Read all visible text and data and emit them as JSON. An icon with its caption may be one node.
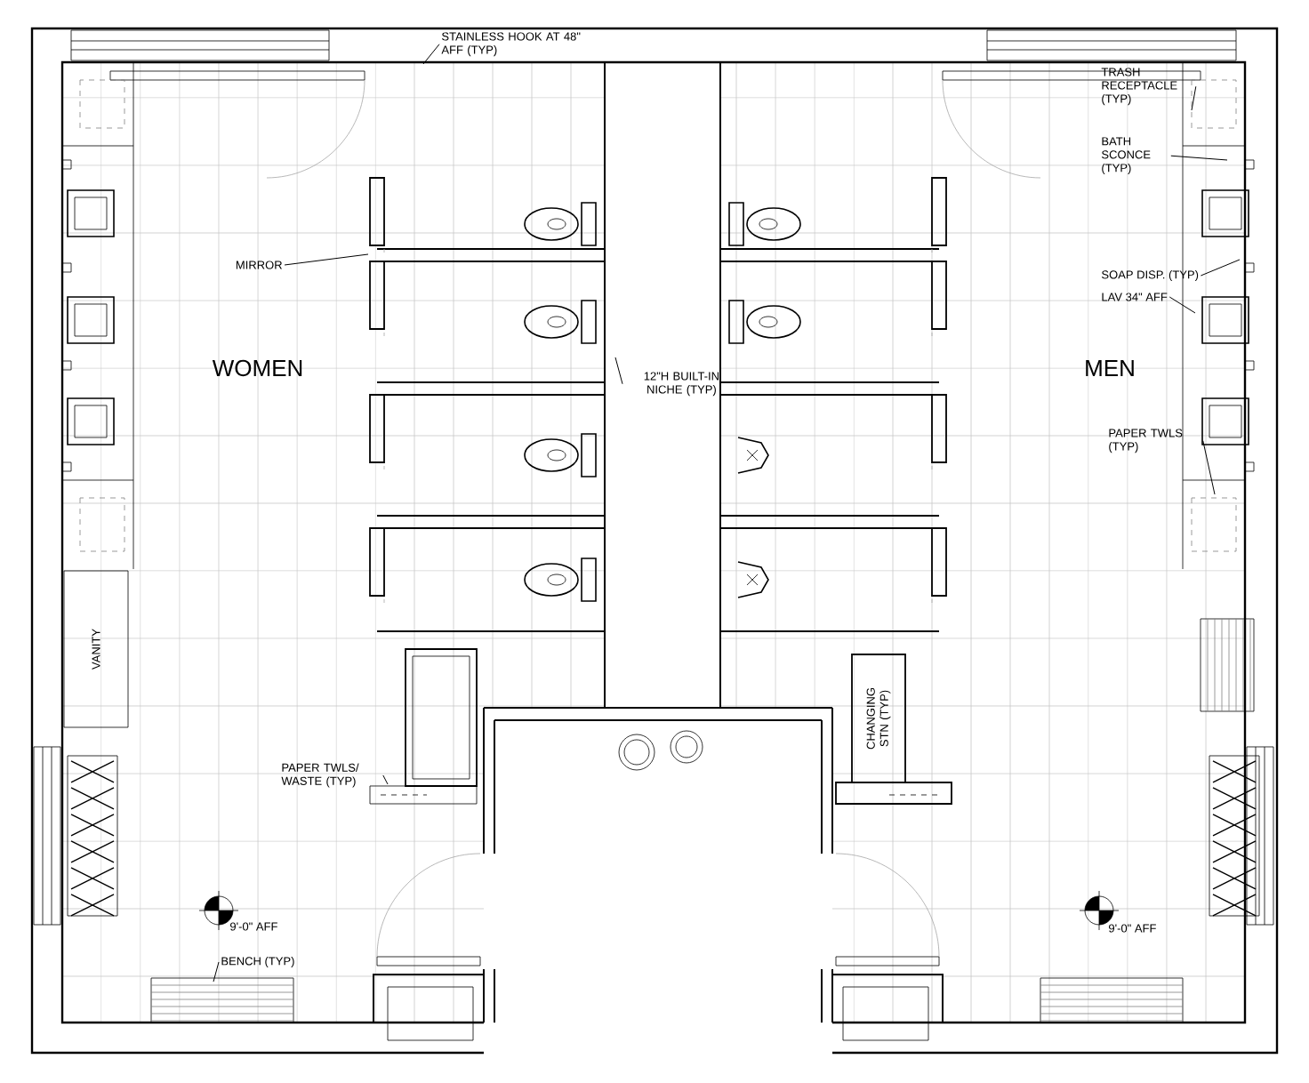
{
  "diagram": {
    "nodes": [
      {
        "text": [
          "STAINLESS HOOK AT 48\" AFF (TYP)"
        ]
      },
      {
        "text": [
          "TRASH RECEPTACLE (TYP)"
        ]
      },
      {
        "text": [
          "BATH SCONCE (TYP)"
        ]
      },
      {
        "text": [
          "MIRROR"
        ]
      },
      {
        "text": [
          "SOAP DISP. (TYP)"
        ]
      },
      {
        "text": [
          "LAV 34\" AFF"
        ]
      },
      {
        "text": [
          "12\"H BUILT-IN NICHE (TYP)"
        ]
      },
      {
        "text": [
          "PAPER TWLS (TYP)"
        ]
      },
      {
        "text": [
          "VANITY"
        ]
      },
      {
        "text": [
          "CHANGING STN (TYP)"
        ]
      },
      {
        "text": [
          "PAPER TWLS/ WASTE (TYP)"
        ]
      },
      {
        "text": [
          "BENCH (TYP)"
        ]
      }
    ],
    "edges": [
      {
        "from": 0,
        "to": null,
        "arrow": "none"
      },
      {
        "from": 1,
        "to": null,
        "arrow": "none"
      },
      {
        "from": 2,
        "to": null,
        "arrow": "none"
      },
      {
        "from": 3,
        "to": null,
        "arrow": "none"
      },
      {
        "from": 4,
        "to": null,
        "arrow": "none"
      },
      {
        "from": 5,
        "to": null,
        "arrow": "none"
      },
      {
        "from": 6,
        "to": null,
        "arrow": "none"
      },
      {
        "from": 7,
        "to": null,
        "arrow": "none"
      },
      {
        "from": 10,
        "to": null,
        "arrow": "none"
      },
      {
        "from": 11,
        "to": null,
        "arrow": "none"
      }
    ],
    "labels": [
      "WOMEN",
      "MEN",
      "9'-0\" AFF",
      "9'-0\" AFF"
    ]
  }
}
